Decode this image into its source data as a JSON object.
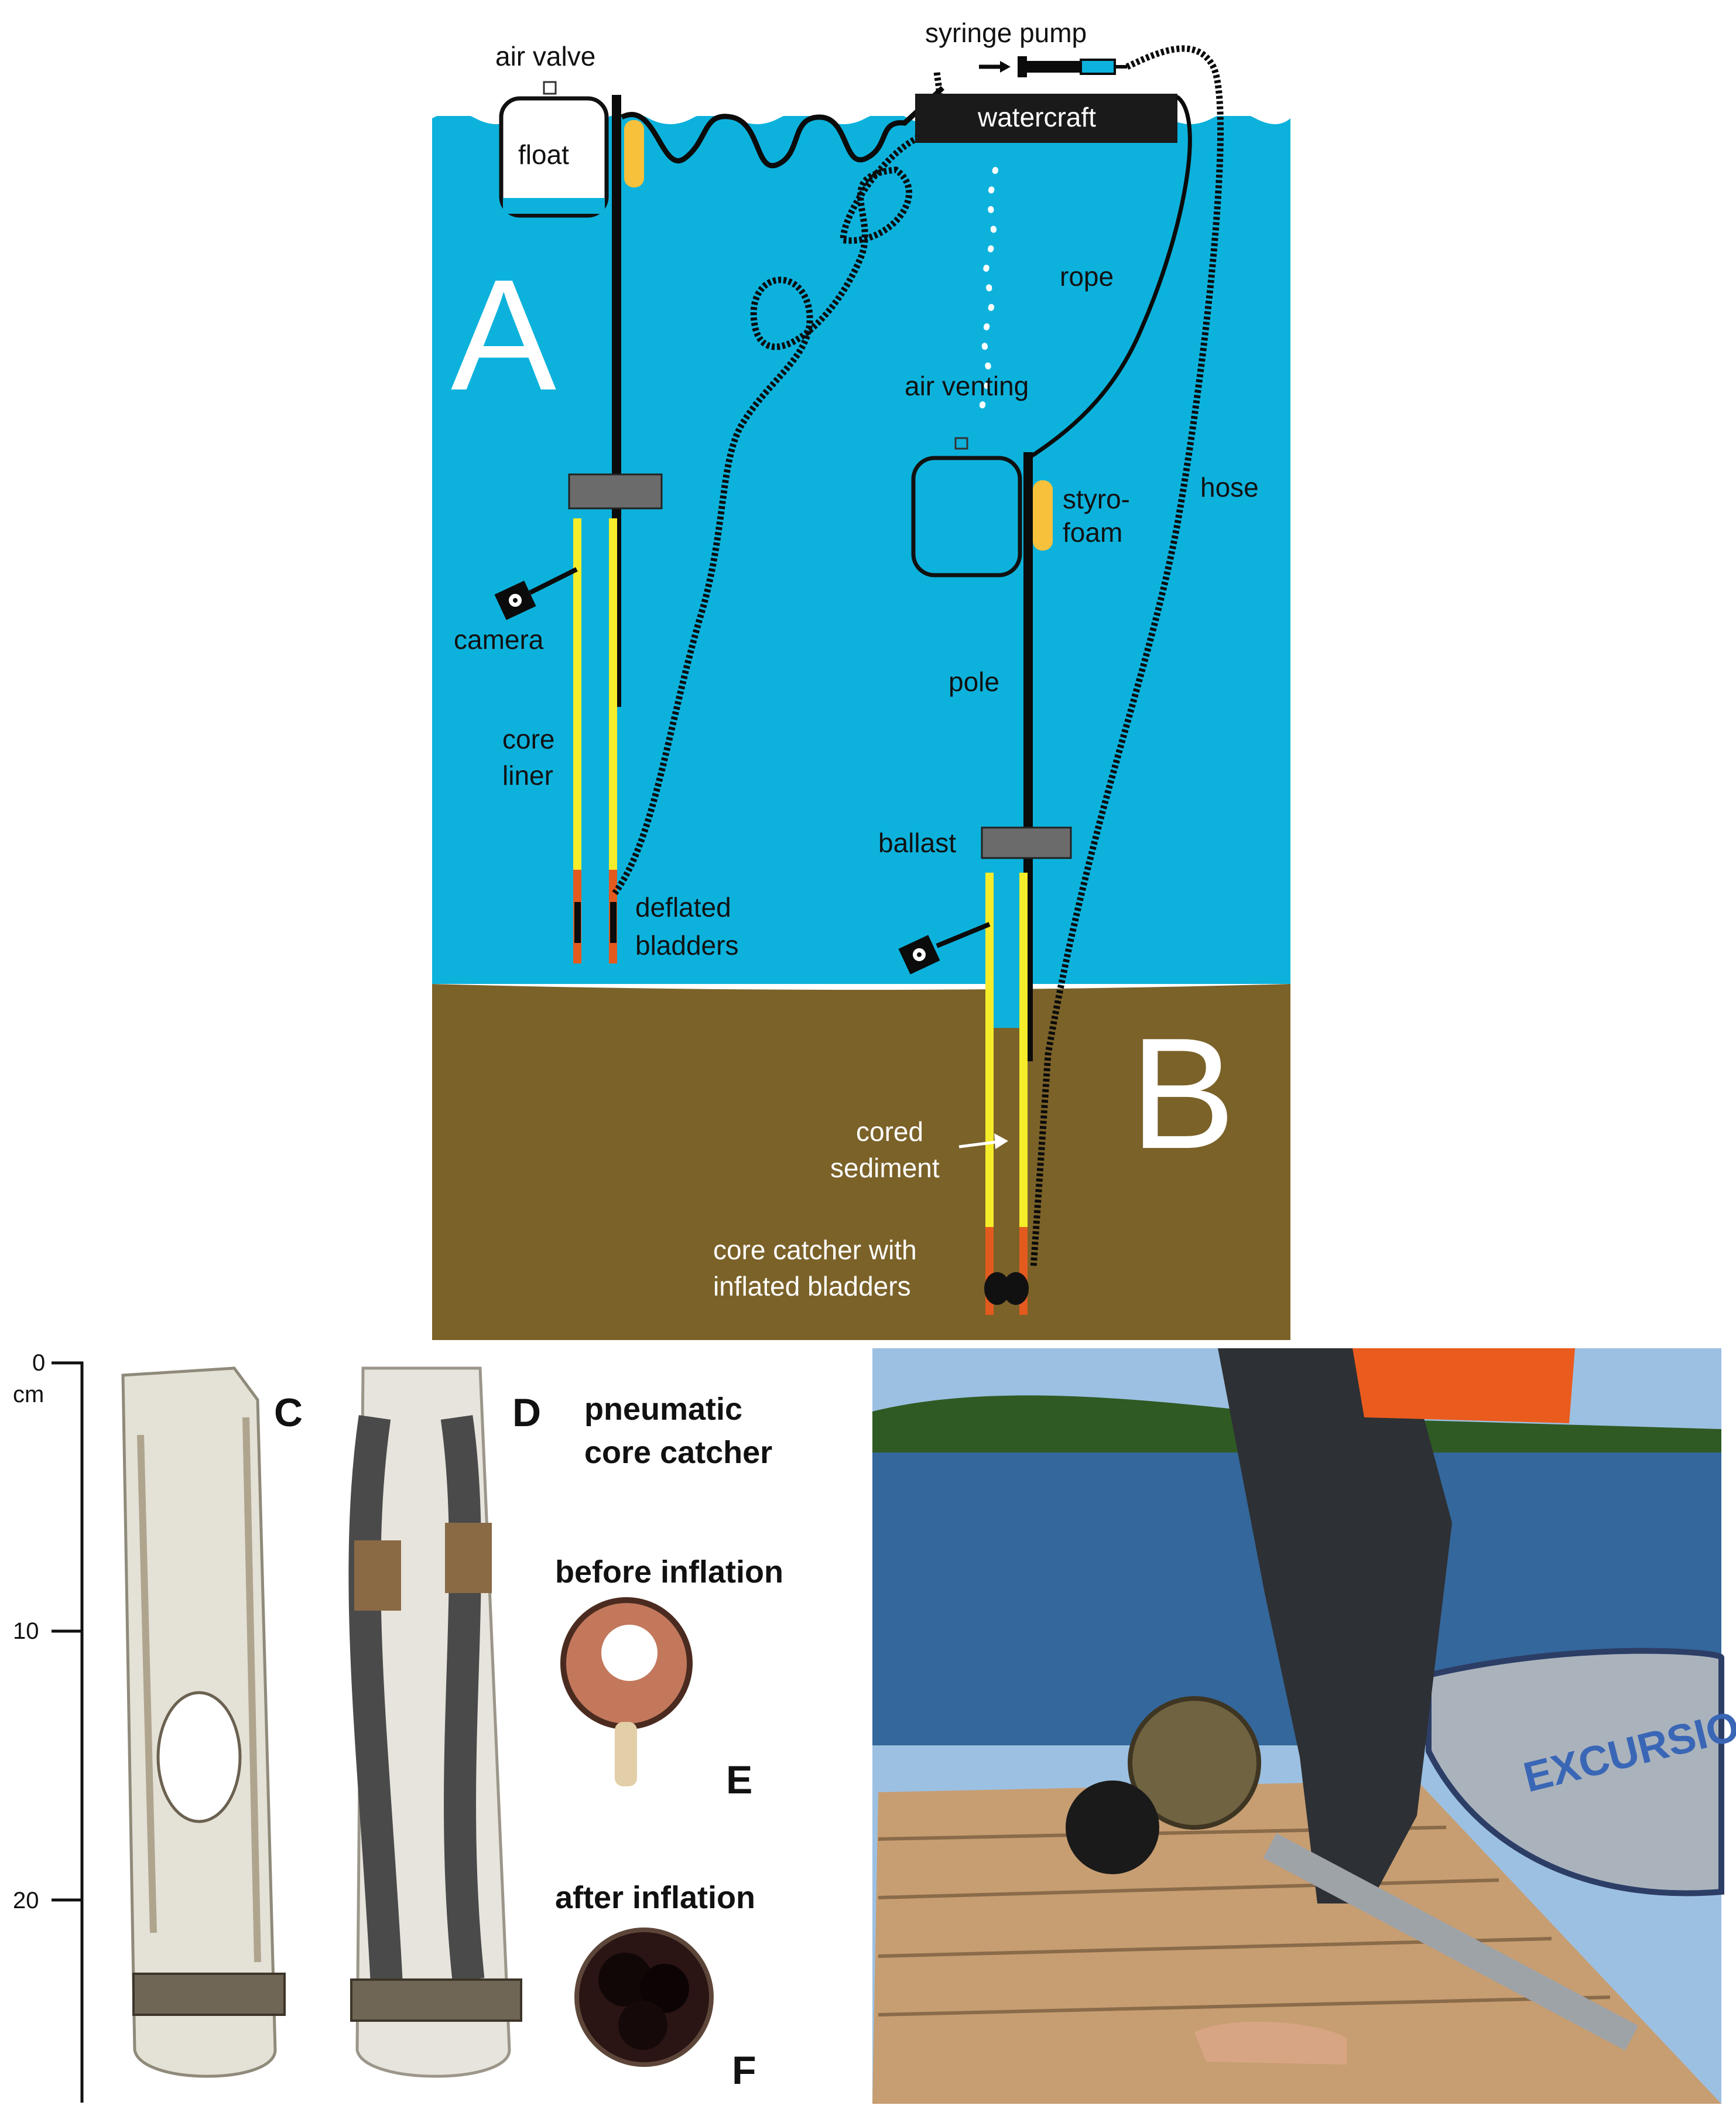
{
  "colors": {
    "water": "#0db2dc",
    "sediment": "#7b6229",
    "core_liner": "#f5ec2a",
    "catcher": "#e35a1f",
    "styrofoam": "#f8c13c",
    "ballast": "#6b6b6b",
    "pole": "#0b0b0b",
    "deck_wood": "#c79e72",
    "lake": "#34679b",
    "forest": "#2f5a24",
    "sky": "#9cc0e2"
  },
  "schematic": {
    "panel_a": "A",
    "panel_b": "B",
    "labels": {
      "air_valve": "air valve",
      "syringe_pump": "syringe pump",
      "float": "float",
      "watercraft": "watercraft",
      "rope": "rope",
      "air_venting": "air venting",
      "styro": "styro-",
      "foam": "foam",
      "hose": "hose",
      "camera": "camera",
      "core": "core",
      "liner": "liner",
      "pole": "pole",
      "ballast": "ballast",
      "deflated": "deflated",
      "bladders": "bladders",
      "cored": "cored",
      "sediment": "sediment",
      "catcher_line1": "core catcher with",
      "catcher_line2": "inflated bladders"
    }
  },
  "scale": {
    "unit": "cm",
    "ticks": [
      "0",
      "10",
      "20"
    ]
  },
  "photos": {
    "panel_c": "C",
    "panel_d": "D",
    "panel_e": "E",
    "panel_f": "F",
    "title_line1": "pneumatic",
    "title_line2": "core catcher",
    "before_inflation": "before inflation",
    "after_inflation": "after inflation",
    "boat_text": "EXCURSION"
  }
}
